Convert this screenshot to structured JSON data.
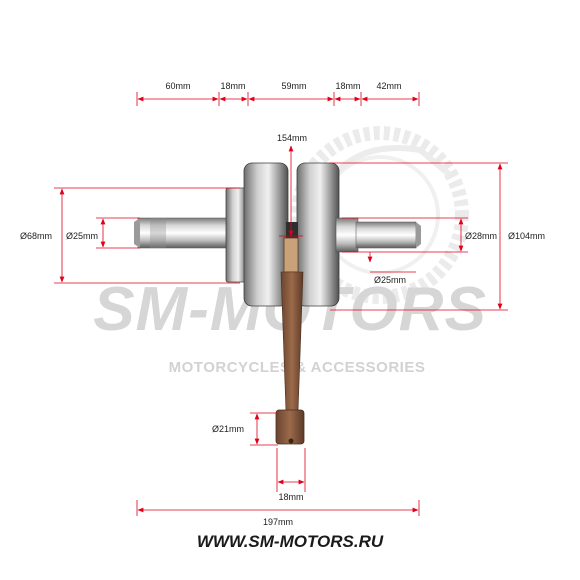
{
  "watermark": {
    "brand": "SM-MOTORS",
    "tagline": "MOTORCYCLES & ACCESSORIES"
  },
  "website": "WWW.SM-MOTORS.RU",
  "dimensions": {
    "left_shaft_length": "60mm",
    "left_bearing_width": "18mm",
    "flywheels_width": "59mm",
    "right_bearing_width": "18mm",
    "right_shaft_length": "42mm",
    "center_distance": "154mm",
    "left_bearing_diameter": "Ø68mm",
    "left_shaft_diameter": "Ø25mm",
    "right_bearing_seat_diameter": "Ø28mm",
    "flywheel_diameter": "Ø104mm",
    "right_shaft_diameter": "Ø25mm",
    "small_end_diameter": "Ø21mm",
    "small_end_width": "18mm",
    "total_length": "197mm"
  },
  "colors": {
    "dimension_line": "#e0001b",
    "metal_light": "#d9d9d9",
    "metal_dark": "#555555",
    "rod_rust": "#8a5a3c",
    "watermark": "#d6d6d6"
  }
}
